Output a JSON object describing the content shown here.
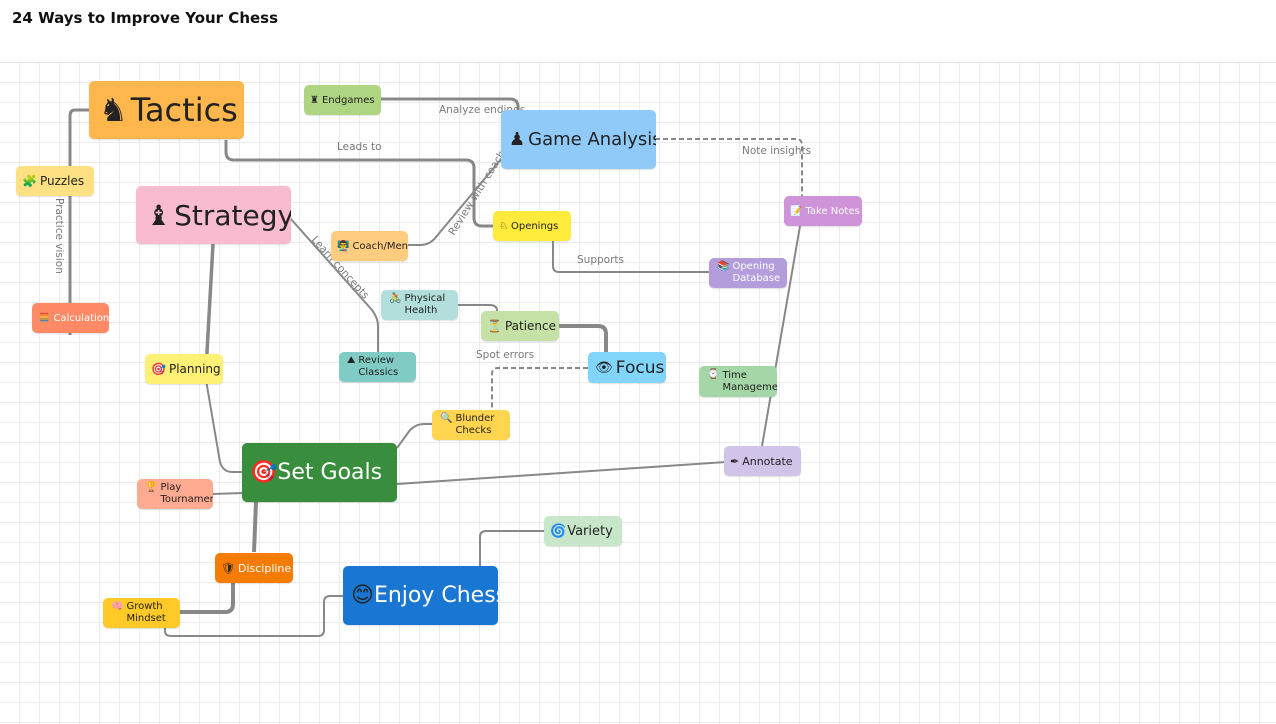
{
  "header": {
    "title": "24 Ways to Improve Your Chess"
  },
  "colors": {
    "tactics": "#ffb74d",
    "strategy": "#f8bbd0",
    "puzzles": "#ffe082",
    "calculation": "#ff8a65",
    "planning": "#fff176",
    "endgames": "#aed581",
    "game_analysis": "#90caf9",
    "openings": "#ffeb3b",
    "coach": "#ffcc80",
    "review_classics": "#80cbc4",
    "physical_health": "#b2dfdb",
    "patience": "#c5e1a5",
    "focus": "#81d4fa",
    "opening_database": "#b39ddb",
    "take_notes": "#ce93d8",
    "time_management": "#a5d6a7",
    "annotate": "#d1c4e9",
    "blunder_checks": "#ffd54f",
    "set_goals": "#388e3c",
    "play_tournaments": "#ffab91",
    "discipline": "#f57c00",
    "growth_mindset": "#ffca28",
    "enjoy_chess": "#1976d2",
    "variety": "#c8e6c9",
    "edge": "#888888"
  },
  "nodes": {
    "tactics": {
      "icon": "♞",
      "label": "Tactics"
    },
    "strategy": {
      "icon": "♝",
      "label": "Strategy"
    },
    "puzzles": {
      "icon": "🧩",
      "label": "Puzzles"
    },
    "calculation": {
      "icon": "🧮",
      "label": "Calculation"
    },
    "planning": {
      "icon": "🎯",
      "label": "Planning"
    },
    "endgames": {
      "icon": "♜",
      "label": "Endgames"
    },
    "game_analysis": {
      "icon": "♟",
      "label": "Game Analysis"
    },
    "openings": {
      "icon": "♘",
      "label": "Openings"
    },
    "coach": {
      "icon": "👨‍🏫",
      "label": "Coach/Mento"
    },
    "review_classics": {
      "icon": "⛰",
      "label": "Review Classics"
    },
    "physical_health": {
      "icon": "🚴",
      "label": "Physical Health"
    },
    "patience": {
      "icon": "⏳",
      "label": "Patience"
    },
    "focus": {
      "icon": "👁",
      "label": "Focus"
    },
    "opening_database": {
      "icon": "📚",
      "label": "Opening Database"
    },
    "take_notes": {
      "icon": "📝",
      "label": "Take Notes"
    },
    "time_management": {
      "icon": "⌚",
      "label": "Time Management"
    },
    "annotate": {
      "icon": "✒",
      "label": "Annotate"
    },
    "blunder_checks": {
      "icon": "🔍",
      "label": "Blunder Checks"
    },
    "set_goals": {
      "icon": "🎯",
      "label": "Set Goals"
    },
    "play_tournaments": {
      "icon": "🏆",
      "label": "Play Tournaments"
    },
    "discipline": {
      "icon": "🛡",
      "label": "Discipline"
    },
    "growth_mindset": {
      "icon": "🧠",
      "label": "Growth Mindset"
    },
    "enjoy_chess": {
      "icon": "😊",
      "label": "Enjoy Chess"
    },
    "variety": {
      "icon": "🌀",
      "label": "Variety"
    }
  },
  "edge_labels": {
    "analyze_endings": "Analyze endings",
    "leads_to": "Leads to",
    "note_insights": "Note insights",
    "practice_vision": "Practice vision",
    "learn_concepts": "Learn concepts",
    "review_with_coach": "Review with coach",
    "supports": "Supports",
    "spot_errors": "Spot errors"
  }
}
